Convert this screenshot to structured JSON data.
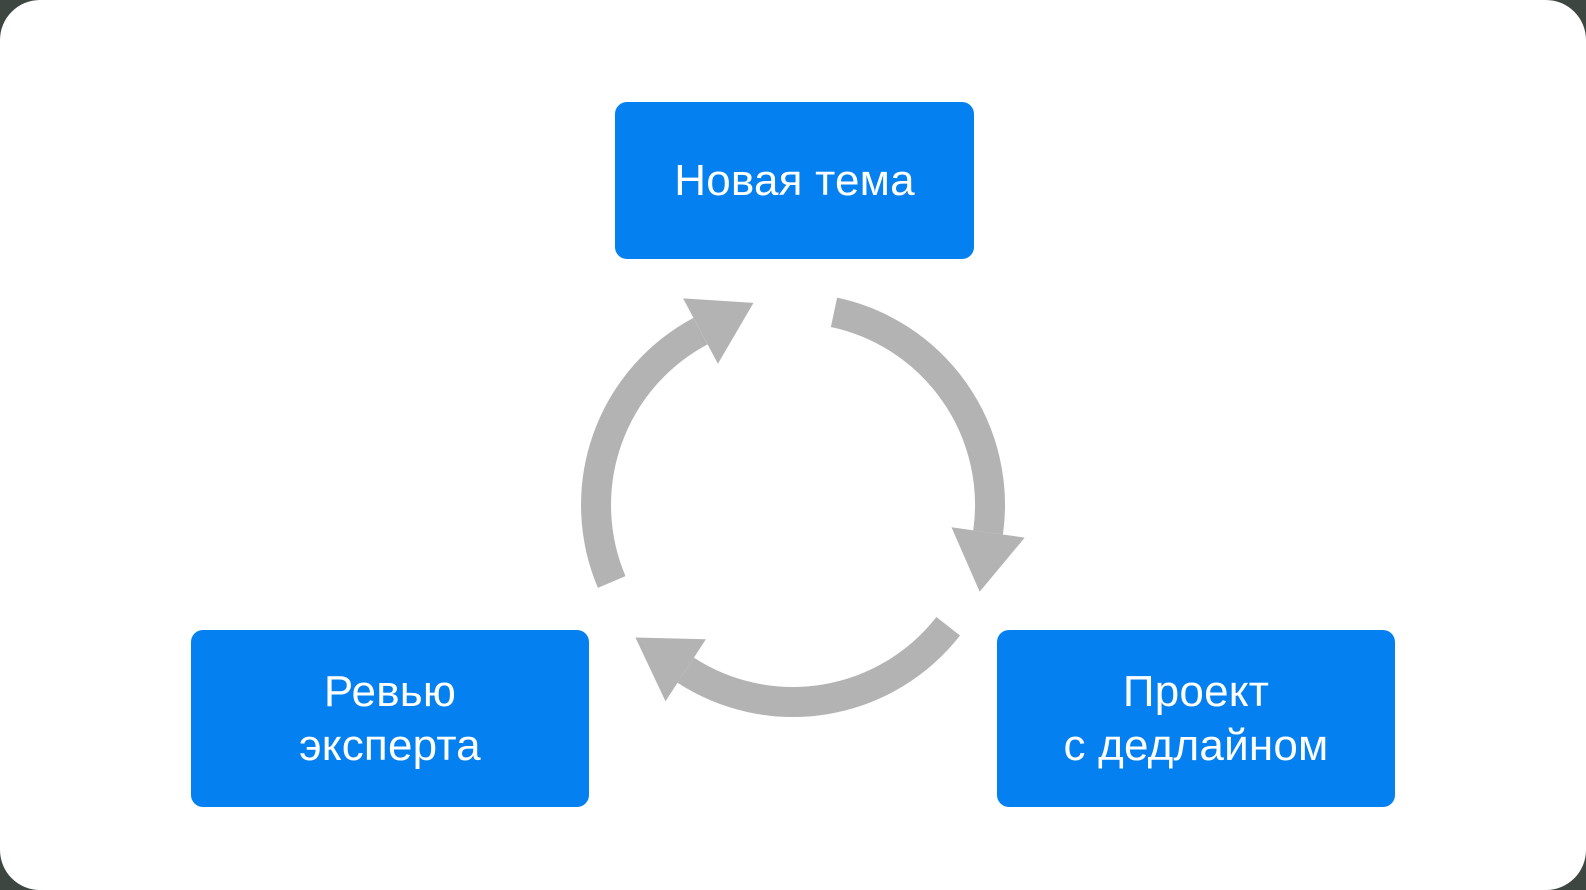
{
  "page": {
    "background": "#3d4641"
  },
  "card": {
    "background": "#ffffff"
  },
  "colors": {
    "node_bg": "#0480f0",
    "node_text": "#ffffff",
    "arrow": "#b3b3b3"
  },
  "diagram": {
    "type": "cycle",
    "direction": "clockwise",
    "icon": "cycle-arrows-icon",
    "nodes": [
      {
        "id": "new-topic",
        "lines": [
          "Новая тема"
        ]
      },
      {
        "id": "project-with-deadline",
        "lines": [
          "Проект",
          "с дедлайном"
        ]
      },
      {
        "id": "expert-review",
        "lines": [
          "Ревью",
          "эксперта"
        ]
      }
    ]
  }
}
